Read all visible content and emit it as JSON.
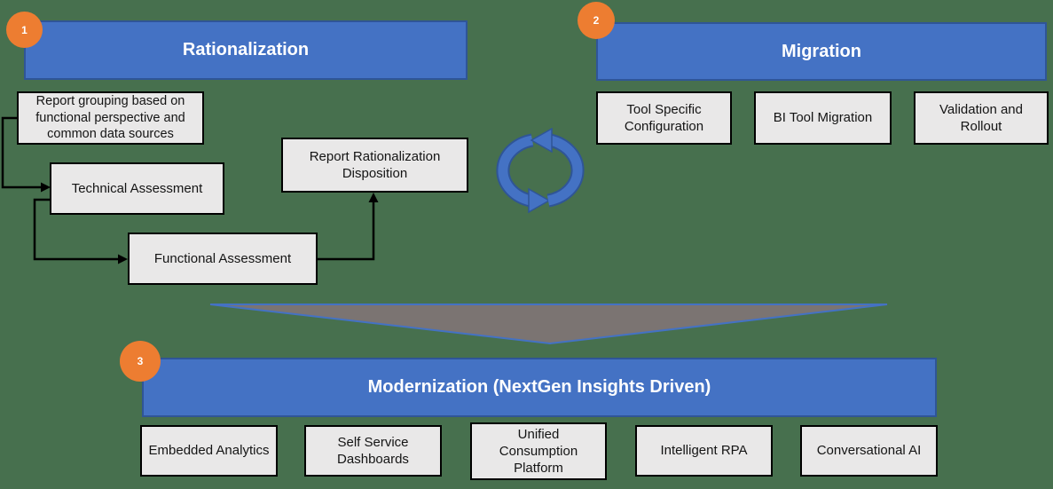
{
  "colors": {
    "background": "#47704E",
    "banner_blue": "#4472C4",
    "banner_border": "#2F5597",
    "box_gray": "#E9E8E8",
    "box_border": "#000000",
    "badge_orange": "#ED7D31",
    "funnel_gray": "#7B7472",
    "connector_black": "#000000"
  },
  "sections": {
    "rationalization": {
      "badge": "1",
      "title": "Rationalization",
      "flow_boxes": [
        {
          "label": "Report grouping based on functional perspective and common data sources"
        },
        {
          "label": "Technical Assessment"
        },
        {
          "label": "Functional Assessment"
        },
        {
          "label": "Report Rationalization Disposition"
        }
      ]
    },
    "migration": {
      "badge": "2",
      "title": "Migration",
      "items": [
        "Tool Specific Configuration",
        "BI Tool Migration",
        "Validation and Rollout"
      ]
    },
    "modernization": {
      "badge": "3",
      "title": "Modernization (NextGen Insights Driven)",
      "items": [
        "Embedded Analytics",
        "Self Service Dashboards",
        "Unified Consumption Platform",
        "Intelligent RPA",
        "Conversational AI"
      ]
    }
  },
  "icons": {
    "cycle": "cycle-arrows-icon",
    "funnel": "funnel-triangle-icon"
  }
}
